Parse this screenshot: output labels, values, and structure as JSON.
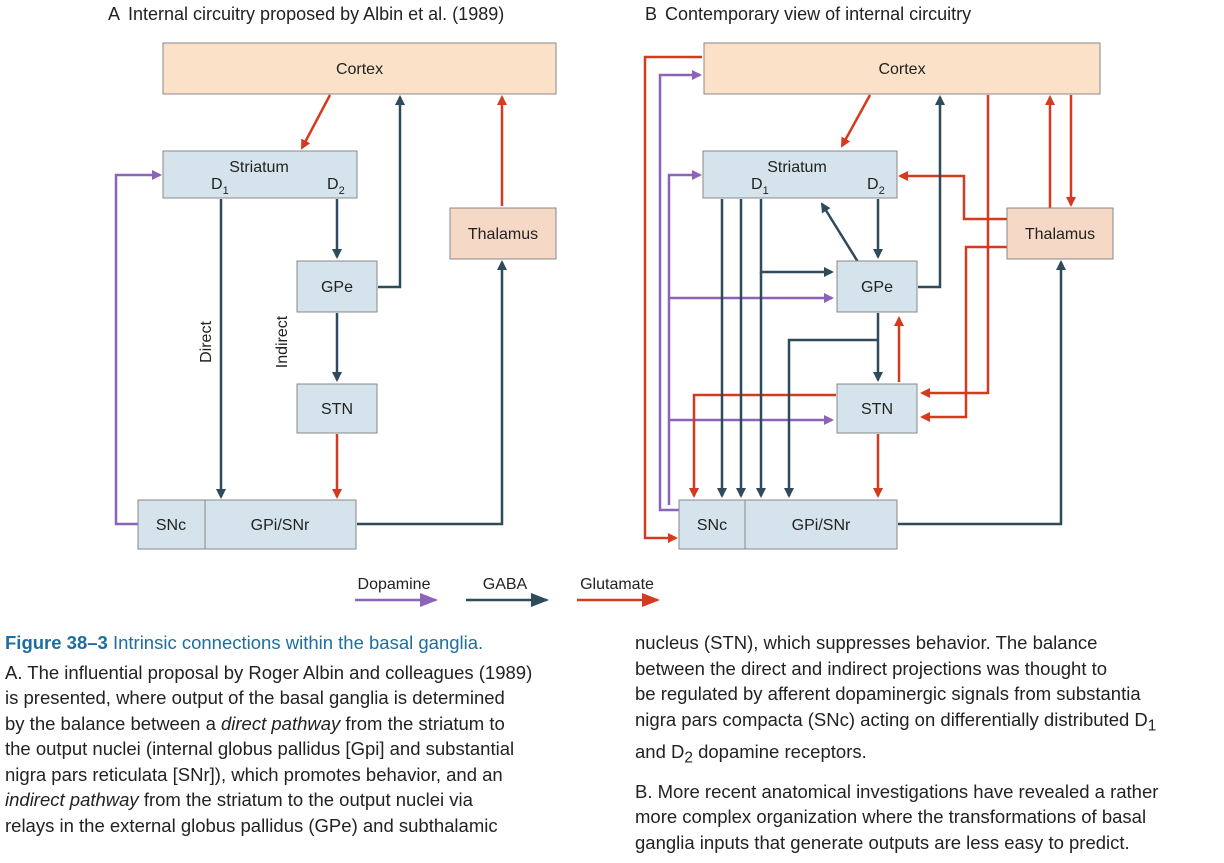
{
  "colors": {
    "dopamine": "#8b63b8",
    "gaba": "#2f4a5a",
    "glutamate": "#d33a20",
    "box_blue": "#d4e3ec",
    "box_cortex": "#fbe1c7",
    "box_thalamus": "#f5d9c6",
    "title_blue": "#1e6e9f"
  },
  "panelA": {
    "letter": "A",
    "title": "Internal circuitry proposed by Albin et al. (1989)",
    "cortex": "Cortex",
    "striatum": "Striatum",
    "d1": "D",
    "d1_sub": "1",
    "d2": "D",
    "d2_sub": "2",
    "thalamus": "Thalamus",
    "gpe": "GPe",
    "stn": "STN",
    "snc": "SNc",
    "gpi": "GPi/SNr",
    "direct": "Direct",
    "indirect": "Indirect"
  },
  "panelB": {
    "letter": "B",
    "title": "Contemporary view of internal circuitry",
    "cortex": "Cortex",
    "striatum": "Striatum",
    "d1": "D",
    "d1_sub": "1",
    "d2": "D",
    "d2_sub": "2",
    "thalamus": "Thalamus",
    "gpe": "GPe",
    "stn": "STN",
    "snc": "SNc",
    "gpi": "GPi/SNr"
  },
  "legend": {
    "dopamine": "Dopamine",
    "gaba": "GABA",
    "glutamate": "Glutamate"
  },
  "caption": {
    "figure_label": "Figure 38–3",
    "figure_title": "Intrinsic connections within the basal ganglia.",
    "a": {
      "l1a": "A. The influential proposal by Roger Albin and colleagues (1989)",
      "l2a": "is presented, where output of the basal ganglia is determined",
      "l3a": "by the balance between a ",
      "l3b": "direct pathway",
      "l3c": " from the striatum to",
      "l4a": "the output nuclei (internal globus pallidus [",
      "l4b": "Gpi",
      "l4c": "] and substantial",
      "l5a": "nigra pars reticulata [",
      "l5b": "SNr",
      "l5c": "]), which promotes behavior, and an",
      "l6a": "indirect pathway",
      "l6b": " from the striatum to the output nuclei via",
      "l7a": "relays in the external globus pallidus (",
      "l7b": "GPe",
      "l7c": ") and subthalamic",
      "r1a": "nucleus (",
      "r1b": "STN",
      "r1c": "), which suppresses behavior. The balance",
      "r2": "between the direct and indirect projections was thought to",
      "r3": "be regulated by afferent dopaminergic signals from substantia",
      "r4a": "nigra pars compacta (",
      "r4b": "SNc",
      "r4c": ") acting on differentially distributed D",
      "r4sub": "1",
      "r5a": "and D",
      "r5sub": "2",
      "r5b": " dopamine receptors."
    },
    "b": {
      "l1": "B. More recent anatomical investigations have revealed a rather",
      "l2": "more complex organization where the transformations of basal",
      "l3": "ganglia inputs that generate outputs are less easy to predict."
    }
  }
}
